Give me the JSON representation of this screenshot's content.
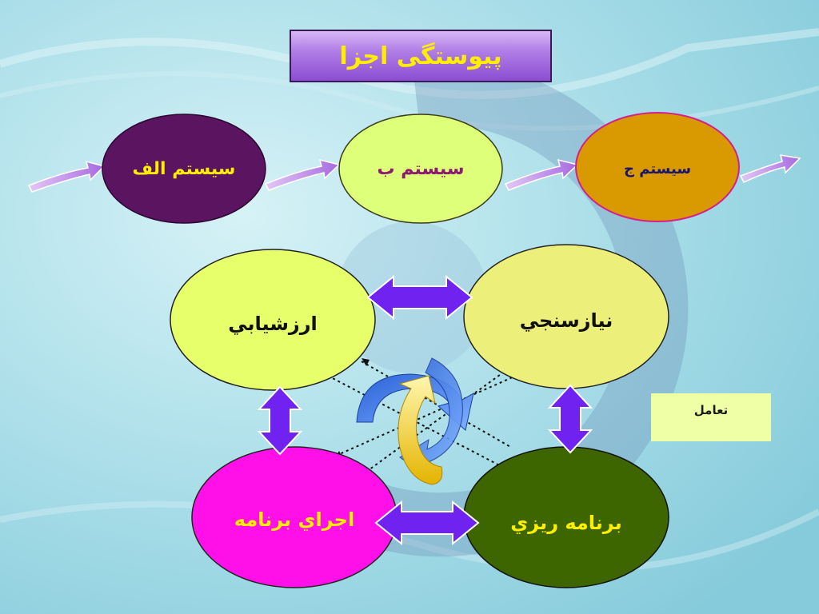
{
  "title": "پیوستگی اجزا",
  "systems": {
    "a": "سيستم الف",
    "b": "سيستم ب",
    "c": "سيستم ج"
  },
  "cycle": {
    "evaluation": "ارزشيابي",
    "needs_assessment": "نيازسنجي",
    "implementation": "اجراي برنامه",
    "planning": "برنامه ريزي"
  },
  "note": "تعامل",
  "colors": {
    "background": "#a8dde8",
    "system_a": "#5a1460",
    "system_b": "#ddff7a",
    "system_c": "#d89a00",
    "evaluation": "#e6ff6a",
    "needs_assessment": "#ecf07a",
    "implementation": "#ff10e8",
    "planning": "#3d6600",
    "arrow": "#6f22f0",
    "title_text": "#ffee00"
  }
}
